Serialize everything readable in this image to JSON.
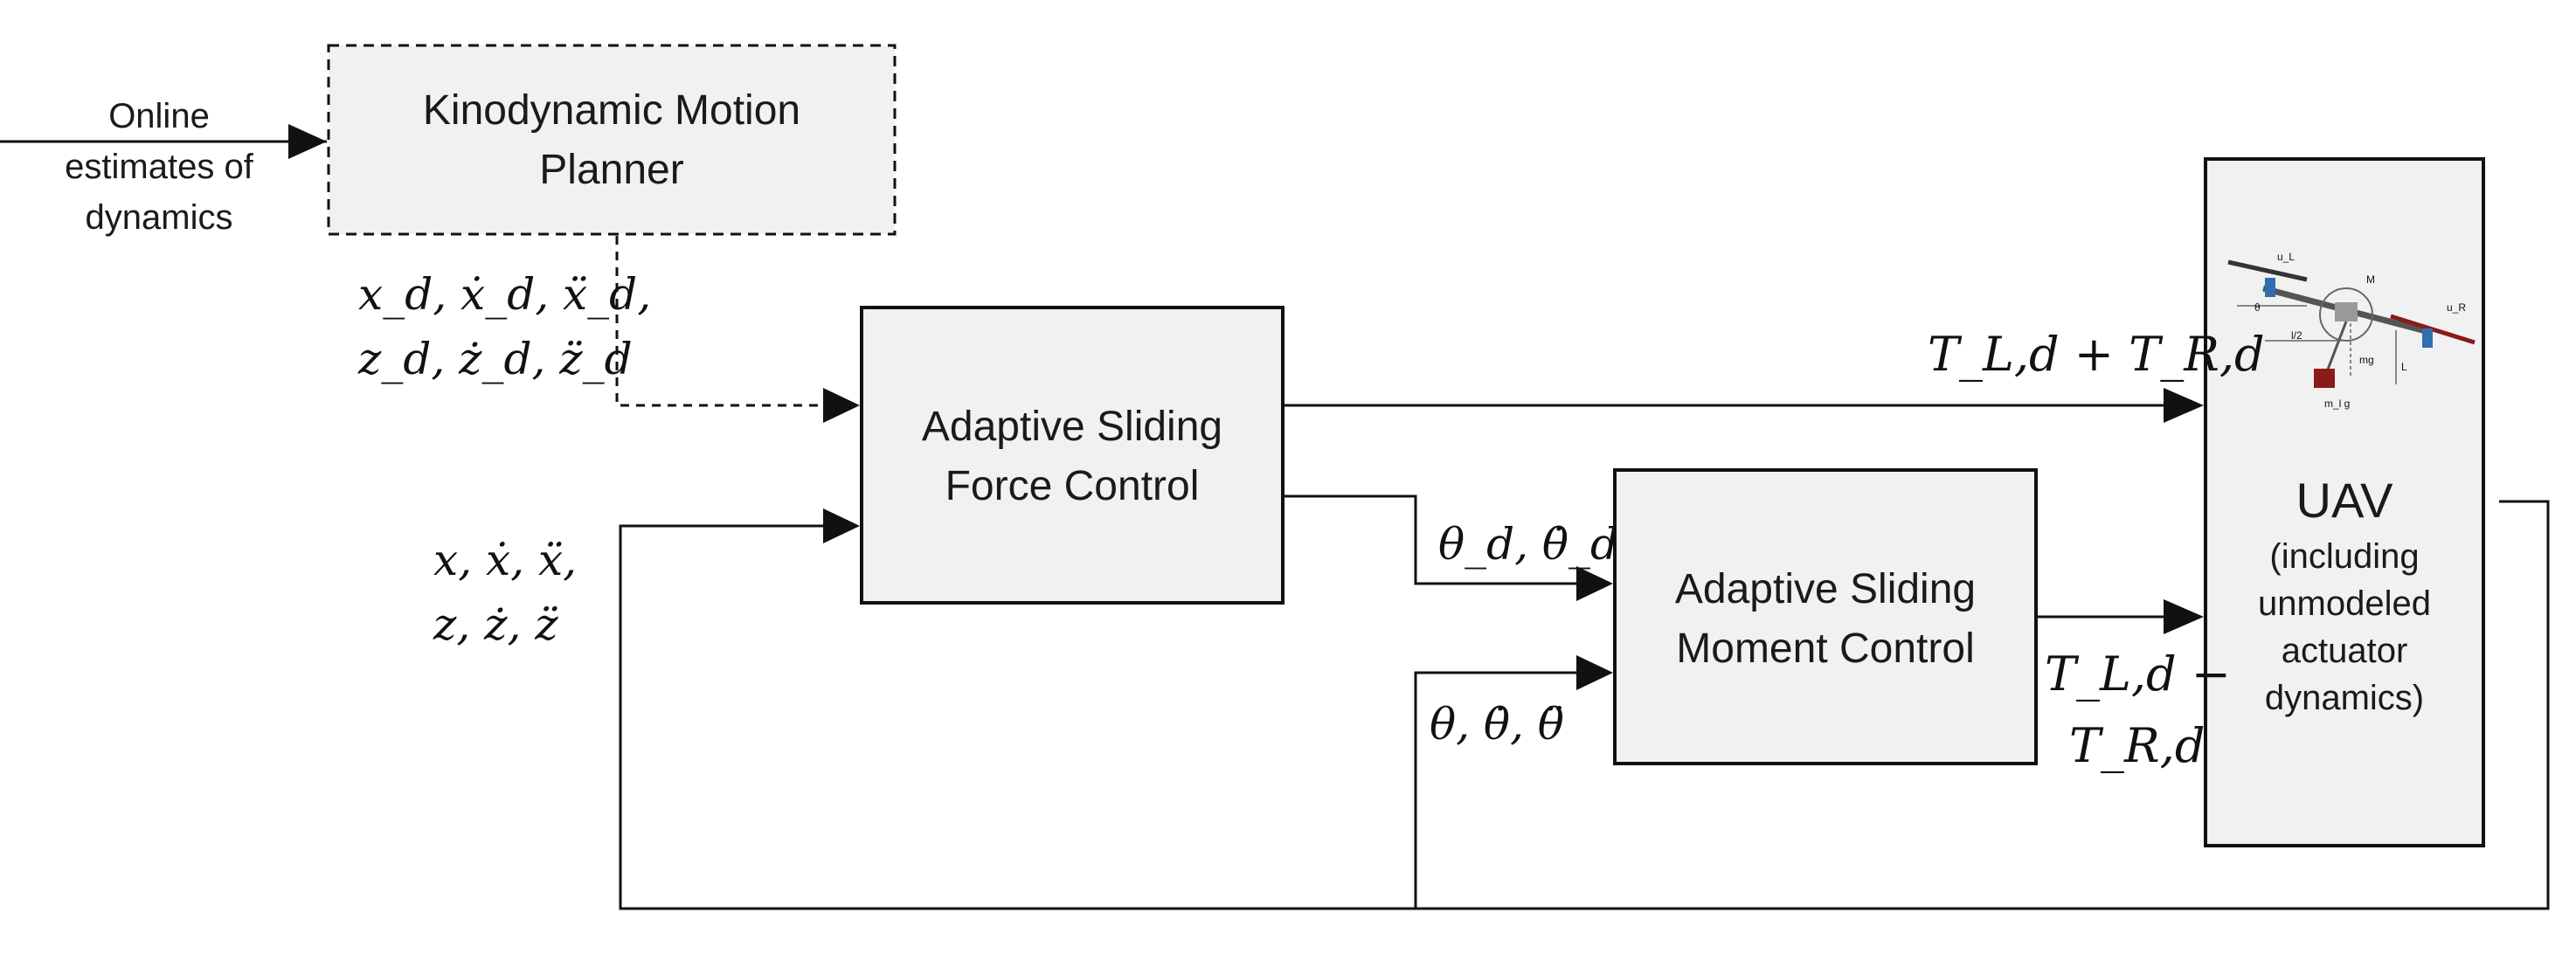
{
  "input": {
    "line1": "Online",
    "line2": "estimates of",
    "line3": "dynamics"
  },
  "planner": {
    "line1": "Kinodynamic Motion",
    "line2": "Planner"
  },
  "force_control": {
    "line1": "Adaptive Sliding",
    "line2": "Force Control"
  },
  "moment_control": {
    "line1": "Adaptive Sliding",
    "line2": "Moment Control"
  },
  "uav": {
    "title": "UAV",
    "line1": "(including",
    "line2": "unmodeled",
    "line3": "actuator",
    "line4": "dynamics)"
  },
  "signals": {
    "desired_x": "x_d, ẋ_d, ẍ_d,",
    "desired_z": "z_d, ż_d, z̈_d",
    "state_x": "x, ẋ, ẍ,",
    "state_z": "z, ż, z̈",
    "desired_theta": "θ_d, θ̇_d",
    "state_theta": "θ, θ̇, θ̈",
    "thrust_sum": "T_L,d + T_R,d",
    "thrust_diff_1": "T_L,d −",
    "thrust_diff_2": "T_R,d"
  },
  "uav_sketch": {
    "labels": [
      "u_L",
      "u_R",
      "M",
      "θ",
      "l/2",
      "mg",
      "L",
      "m_l g"
    ]
  },
  "colors": {
    "box_fill": "#f1f1f1",
    "stroke": "#111111",
    "rotor_left": "#2f6fb0",
    "rotor_right": "#8b1a1a",
    "payload": "#8b1a1a"
  }
}
